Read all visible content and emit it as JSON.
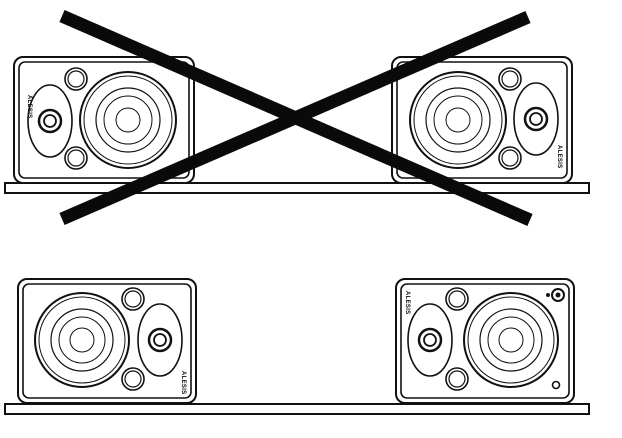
{
  "colors": {
    "ink": "#111111",
    "background": "#ffffff",
    "cross": "#0a0a0a"
  },
  "brand_logo_text": "ALESIS",
  "panels": {
    "incorrect": {
      "crossed_out": true,
      "speakers_on_shelf": 2,
      "orientation": "horizontal, tweeters outside"
    },
    "correct": {
      "crossed_out": false,
      "speakers_on_shelf": 2,
      "orientation": "horizontal, tweeters inside"
    }
  }
}
